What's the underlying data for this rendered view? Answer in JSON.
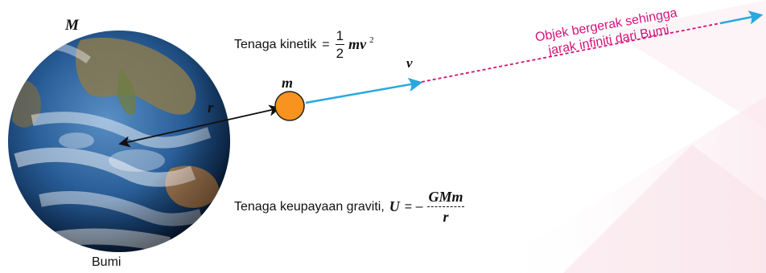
{
  "earth": {
    "mass_symbol": "M",
    "name": "Bumi"
  },
  "kinetic_energy": {
    "label": "Tenaga kinetik",
    "equals": "=",
    "frac_num": "1",
    "frac_den": "2",
    "expression": "mv",
    "exponent": "2"
  },
  "object": {
    "mass_symbol": "m",
    "velocity_symbol": "v"
  },
  "radius_symbol": "r",
  "caption": {
    "line1": "Objek bergerak sehingga",
    "line2": "jarak infiniti dari Bumi"
  },
  "potential_energy": {
    "label": "Tenaga keupayaan graviti,",
    "symbol": "U",
    "equals": "= –",
    "frac_num": "GMm",
    "frac_den": "r"
  },
  "colors": {
    "object_fill": "#f7931e",
    "velocity_arrow": "#29a8e0",
    "dashed_path": "#d4127b",
    "ocean": "#2a5f99"
  }
}
